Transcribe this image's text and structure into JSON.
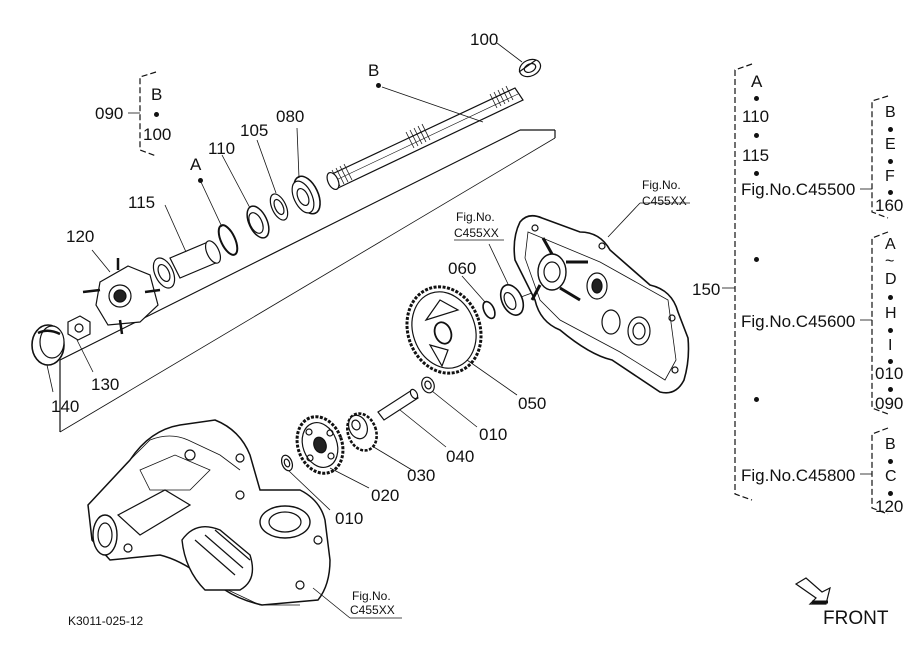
{
  "callouts": {
    "c100_top": "100",
    "b_top": "B",
    "c090_left": "090",
    "b_left": "B",
    "c100_left": "100",
    "a_mid": "A",
    "c110": "110",
    "c105": "105",
    "c080": "080",
    "c115": "115",
    "c120": "120",
    "c130": "130",
    "c140": "140",
    "c060": "060",
    "c050": "050",
    "c010_a": "010",
    "c040": "040",
    "c030": "030",
    "c020": "020",
    "c010_b": "010",
    "c150": "150"
  },
  "fig_refs": {
    "ref_mid": "Fig.No.",
    "ref_mid_code": "C455XX",
    "ref_top": "Fig.No.",
    "ref_top_code": "C455XX",
    "ref_bottom": "Fig.No.",
    "ref_bottom_code": "C455XX"
  },
  "right_panel": {
    "group1": {
      "a": "A",
      "v110": "110",
      "v115": "115",
      "fig": "Fig.No.C45500",
      "b": "B",
      "e": "E",
      "f": "F",
      "v160": "160"
    },
    "group2": {
      "fig": "Fig.No.C45600",
      "a": "A",
      "tilde": "~",
      "d": "D",
      "h": "H",
      "i": "I",
      "v010": "010",
      "v090": "090"
    },
    "group3": {
      "fig": "Fig.No.C45800",
      "b": "B",
      "c": "C",
      "v120": "120"
    }
  },
  "footer": {
    "drawing_code": "K3011-025-12",
    "front_label": "FRONT"
  }
}
